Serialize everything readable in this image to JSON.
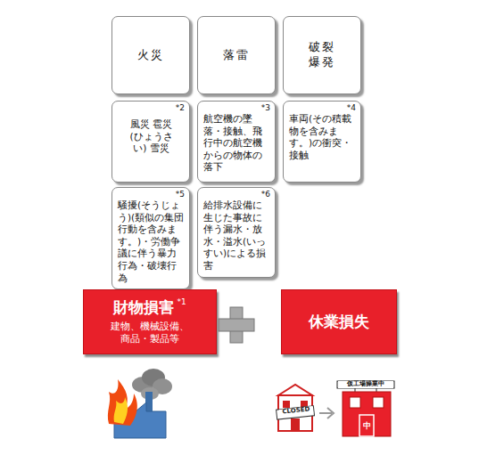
{
  "diagram": {
    "nodes": [
      {
        "text": [
          "火災"
        ]
      },
      {
        "text": [
          "落雷"
        ]
      },
      {
        "text": [
          "破裂 爆発"
        ]
      },
      {
        "text": [
          "*2",
          "風災 雹災(ひょうさい) 雪災"
        ]
      },
      {
        "text": [
          "*3",
          "航空機の墜落・接触、飛行中の航空機からの物体の落下"
        ]
      },
      {
        "text": [
          "*4",
          "車両(その積載物を含みます。)の衝突・接触"
        ]
      },
      {
        "text": [
          "*5",
          "騒擾(そうじょう)(類似の集団行動を含みます。)・労働争議に伴う暴力行為・破壊行為"
        ]
      },
      {
        "text": [
          "*6",
          "給排水設備に生じた事故に伴う漏水・放水・溢水(いっすい)による損害"
        ]
      },
      {
        "text": [
          "財物損害",
          "*1",
          "建物、機械設備、商品・製品等"
        ]
      },
      {
        "text": [
          "休業損失"
        ]
      }
    ],
    "labels": [
      "CLOSED",
      "仮工場操業中",
      "中"
    ]
  }
}
